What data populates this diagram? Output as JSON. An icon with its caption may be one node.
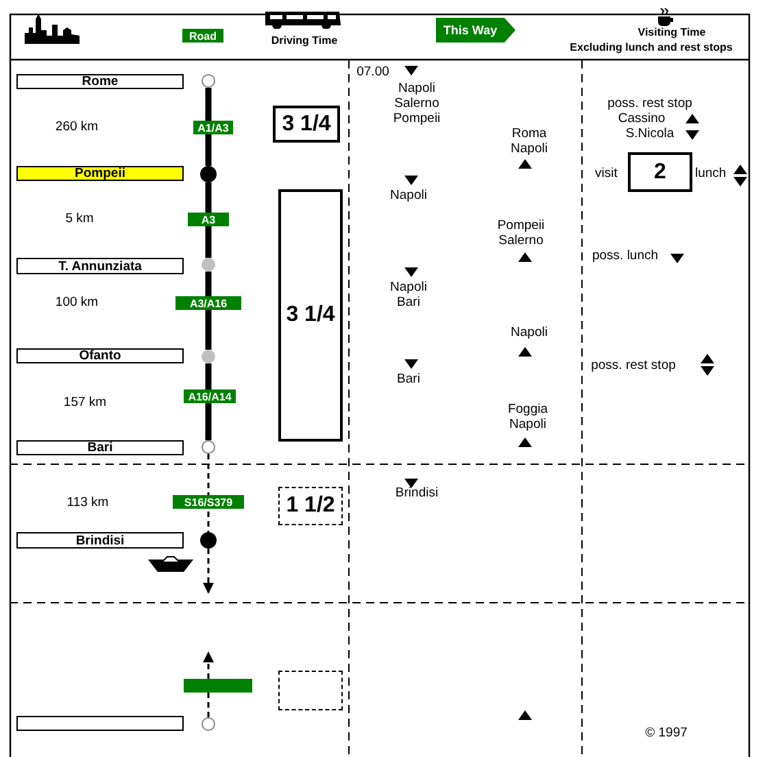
{
  "diagram": {
    "nodes": [
      {
        "text": [
          "Road"
        ]
      },
      {
        "text": [
          "This Way"
        ]
      },
      {
        "text": [
          "Rome"
        ]
      },
      {
        "text": [],
        "shape": "circle"
      },
      {
        "text": [
          "A1/A3"
        ]
      },
      {
        "text": [
          "3 1/4"
        ]
      },
      {
        "text": [
          "2"
        ],
        "beside": [
          "visit",
          "lunch"
        ]
      },
      {
        "text": [
          "Pompeii"
        ]
      },
      {
        "text": [],
        "shape": "circle"
      },
      {
        "text": [
          "A3"
        ]
      },
      {
        "text": [
          "3 1/4"
        ]
      },
      {
        "text": [
          "T. Annunziata"
        ]
      },
      {
        "text": [],
        "shape": "circle"
      },
      {
        "text": [
          "A3/A16"
        ]
      },
      {
        "text": [
          "Ofanto"
        ]
      },
      {
        "text": [],
        "shape": "circle"
      },
      {
        "text": [
          "A16/A14"
        ]
      },
      {
        "text": [
          "Bari"
        ]
      },
      {
        "text": [],
        "shape": "circle"
      },
      {
        "text": [
          "S16/S379"
        ]
      },
      {
        "text": [
          "1 1/2"
        ]
      },
      {
        "text": [
          "Brindisi"
        ]
      },
      {
        "text": [],
        "shape": "circle"
      },
      {
        "text": [],
        "shape": "bar"
      },
      {
        "text": [],
        "shape": "box"
      },
      {
        "text": [],
        "shape": "box"
      },
      {
        "text": [],
        "shape": "circle"
      }
    ],
    "edges": [
      {
        "from": 3,
        "to": 8,
        "arrow": "none",
        "style": "thick"
      },
      {
        "from": 8,
        "to": 12,
        "arrow": "none",
        "style": "thick"
      },
      {
        "from": 12,
        "to": 15,
        "arrow": "none",
        "style": "thick"
      },
      {
        "from": 15,
        "to": 18,
        "arrow": "none",
        "style": "thick"
      },
      {
        "from": 18,
        "to": 22,
        "arrow": "none",
        "style": "dashed"
      },
      {
        "from": 22,
        "to": null,
        "arrow": "to",
        "style": "dashed"
      },
      {
        "from": 26,
        "to": 23,
        "arrow": "none",
        "style": "dashed"
      },
      {
        "from": 23,
        "to": null,
        "arrow": "to",
        "style": "dashed"
      }
    ],
    "labels": [
      "Driving Time",
      "Visiting Time",
      "Excluding lunch and rest stops",
      "07.00",
      "Napoli Salerno Pompeii",
      "poss. rest stop",
      "Cassino",
      "S.Nicola",
      "260 km",
      "Roma Napoli",
      "Napoli",
      "5 km",
      "Pompeii Salerno",
      "poss. lunch",
      "Napoli Bari",
      "100 km",
      "Napoli",
      "poss. rest stop",
      "Bari",
      "157 km",
      "Foggia Napoli",
      "Brindisi",
      "113 km",
      "© 1997"
    ]
  }
}
